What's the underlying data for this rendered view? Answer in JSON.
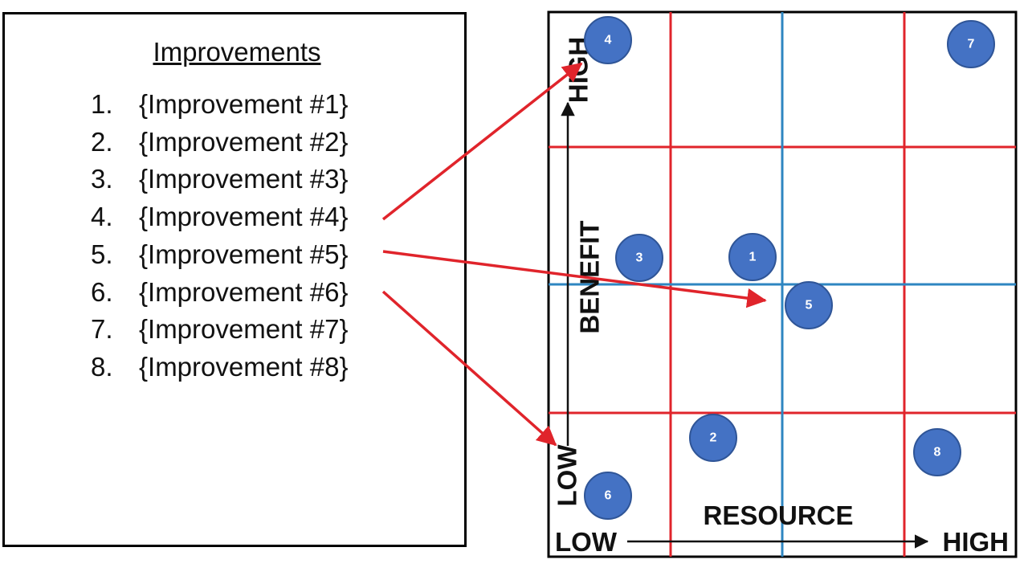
{
  "list": {
    "title": "Improvements",
    "items": [
      {
        "num": "1.",
        "text": "{Improvement #1}"
      },
      {
        "num": "2.",
        "text": "{Improvement #2}"
      },
      {
        "num": "3.",
        "text": "{Improvement #3}"
      },
      {
        "num": "4.",
        "text": "{Improvement #4}"
      },
      {
        "num": "5.",
        "text": "{Improvement #5}"
      },
      {
        "num": "6.",
        "text": "{Improvement #6}"
      },
      {
        "num": "7.",
        "text": "{Improvement #7}"
      },
      {
        "num": "8.",
        "text": "{Improvement #8}"
      }
    ]
  },
  "matrix": {
    "y_axis_label": "BENEFIT",
    "y_low": "LOW",
    "y_high": "HIGH",
    "x_axis_label": "RESOURCE",
    "x_low": "LOW",
    "x_high": "HIGH",
    "bubbles": [
      "4",
      "7",
      "3",
      "1",
      "5",
      "2",
      "8",
      "6"
    ]
  },
  "colors": {
    "grid_red": "#e0242b",
    "grid_blue": "#2e86c1",
    "bubble_fill": "#4472c4",
    "bubble_stroke": "#2f5597",
    "arrow_red": "#e0242b"
  }
}
